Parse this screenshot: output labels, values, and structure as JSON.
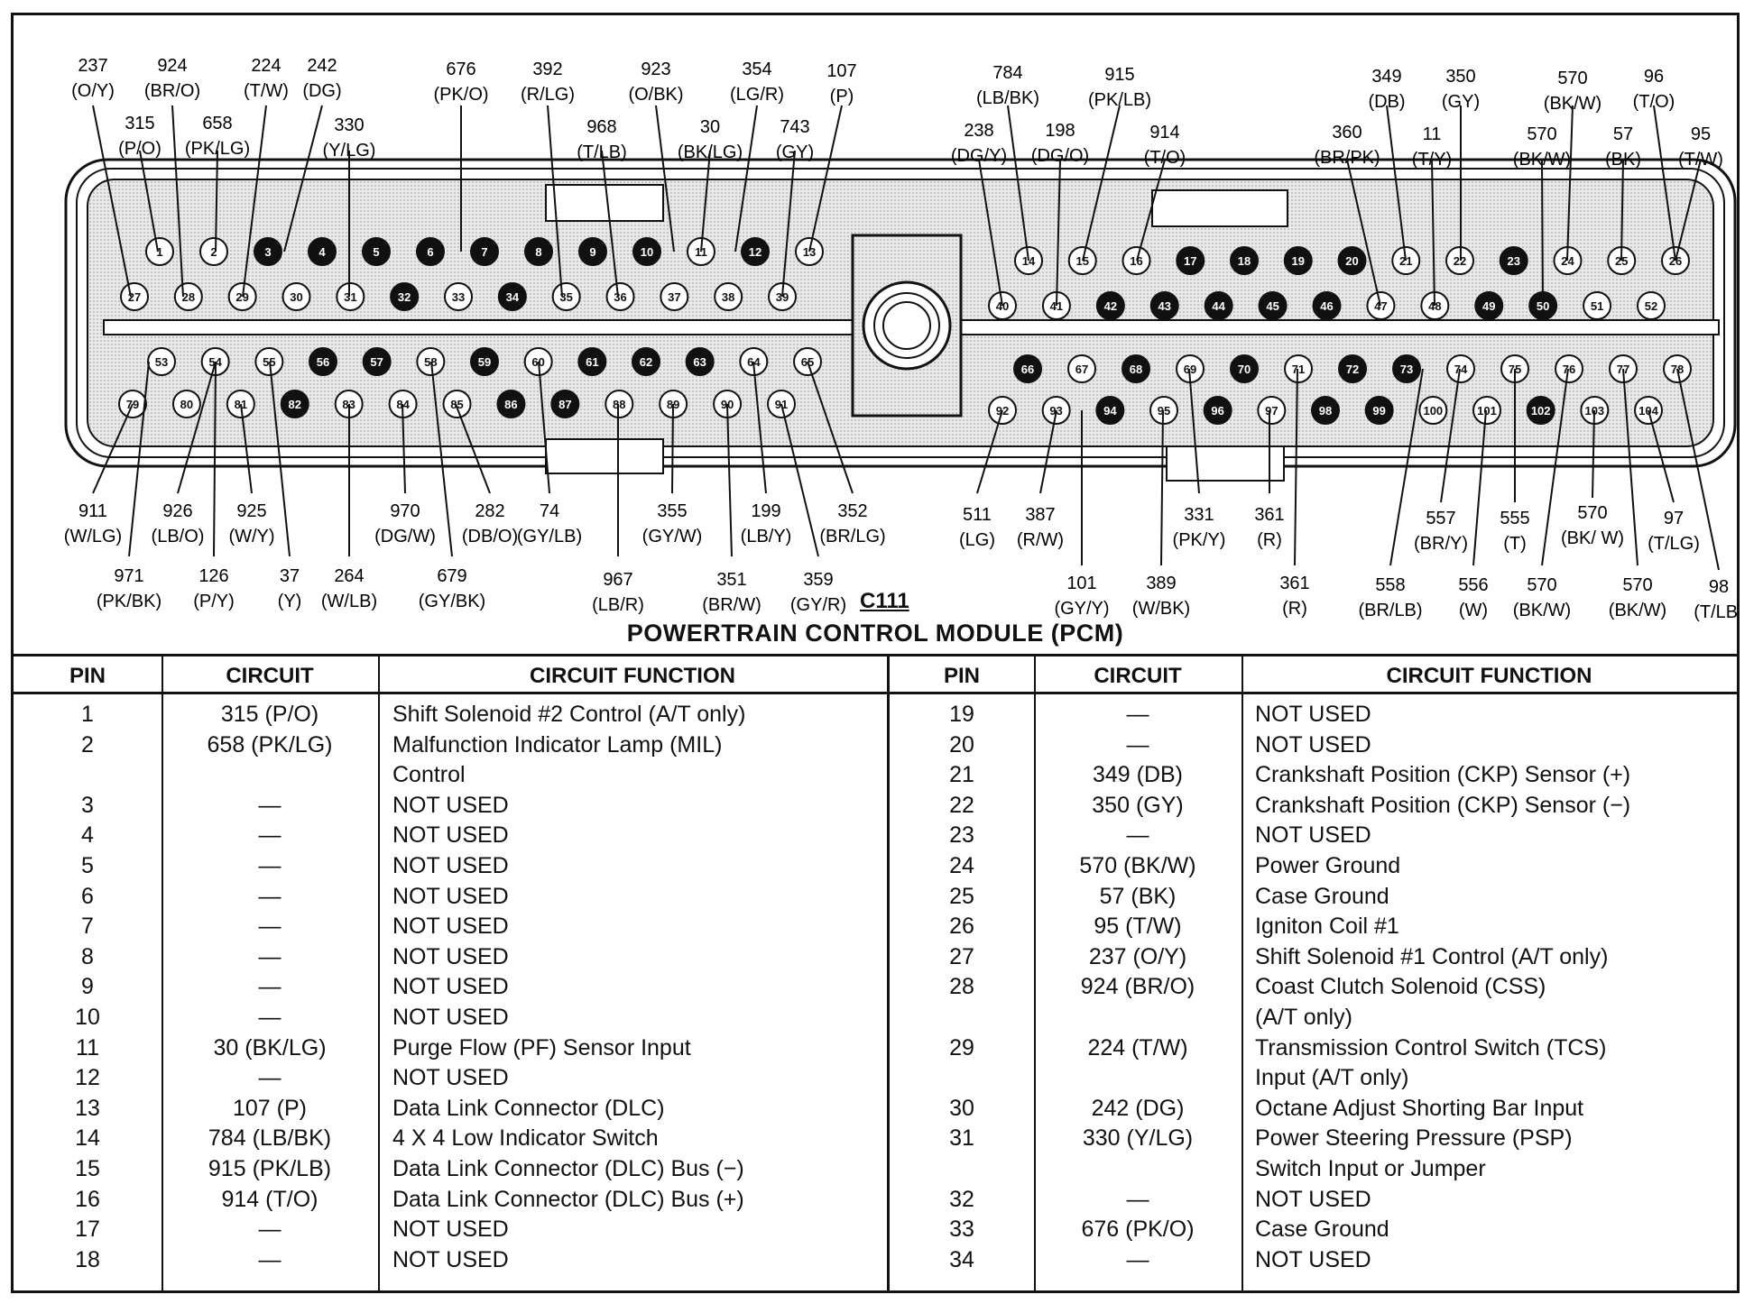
{
  "connector": {
    "id": "C111",
    "title": "POWERTRAIN CONTROL MODULE (PCM)"
  },
  "callouts_top": [
    {
      "num": "237",
      "color": "(O/Y)"
    },
    {
      "num": "924",
      "color": "(BR/O)"
    },
    {
      "num": "224",
      "color": "(T/W)"
    },
    {
      "num": "242",
      "color": "(DG)"
    },
    {
      "num": "315",
      "color": "(P/O)"
    },
    {
      "num": "658",
      "color": "(PK/LG)"
    },
    {
      "num": "330",
      "color": "(Y/LG)"
    },
    {
      "num": "676",
      "color": "(PK/O)"
    },
    {
      "num": "392",
      "color": "(R/LG)"
    },
    {
      "num": "923",
      "color": "(O/BK)"
    },
    {
      "num": "354",
      "color": "(LG/R)"
    },
    {
      "num": "107",
      "color": "(P)"
    },
    {
      "num": "968",
      "color": "(T/LB)"
    },
    {
      "num": "30",
      "color": "(BK/LG)"
    },
    {
      "num": "743",
      "color": "(GY)"
    },
    {
      "num": "784",
      "color": "(LB/BK)"
    },
    {
      "num": "915",
      "color": "(PK/LB)"
    },
    {
      "num": "238",
      "color": "(DG/Y)"
    },
    {
      "num": "198",
      "color": "(DG/O)"
    },
    {
      "num": "914",
      "color": "(T/O)"
    },
    {
      "num": "349",
      "color": "(DB)"
    },
    {
      "num": "350",
      "color": "(GY)"
    },
    {
      "num": "570",
      "color": "(BK/W)"
    },
    {
      "num": "96",
      "color": "(T/O)"
    },
    {
      "num": "360",
      "color": "(BR/PK)"
    },
    {
      "num": "11",
      "color": "(T/Y)"
    },
    {
      "num": "570",
      "color": "(BK/W)"
    },
    {
      "num": "57",
      "color": "(BK)"
    },
    {
      "num": "95",
      "color": "(T/W)"
    }
  ],
  "callouts_bottom": [
    {
      "num": "911",
      "color": "(W/LG)"
    },
    {
      "num": "926",
      "color": "(LB/O)"
    },
    {
      "num": "925",
      "color": "(W/Y)"
    },
    {
      "num": "970",
      "color": "(DG/W)"
    },
    {
      "num": "282",
      "color": "(DB/O)"
    },
    {
      "num": "74",
      "color": "(GY/LB)"
    },
    {
      "num": "355",
      "color": "(GY/W)"
    },
    {
      "num": "199",
      "color": "(LB/Y)"
    },
    {
      "num": "352",
      "color": "(BR/LG)"
    },
    {
      "num": "971",
      "color": "(PK/BK)"
    },
    {
      "num": "126",
      "color": "(P/Y)"
    },
    {
      "num": "37",
      "color": "(Y)"
    },
    {
      "num": "264",
      "color": "(W/LB)"
    },
    {
      "num": "679",
      "color": "(GY/BK)"
    },
    {
      "num": "967",
      "color": "(LB/R)"
    },
    {
      "num": "351",
      "color": "(BR/W)"
    },
    {
      "num": "359",
      "color": "(GY/R)"
    },
    {
      "num": "511",
      "color": "(LG)"
    },
    {
      "num": "387",
      "color": "(R/W)"
    },
    {
      "num": "331",
      "color": "(PK/Y)"
    },
    {
      "num": "361",
      "color": "(R)"
    },
    {
      "num": "101",
      "color": "(GY/Y)"
    },
    {
      "num": "389",
      "color": "(W/BK)"
    },
    {
      "num": "361",
      "color": "(R)"
    },
    {
      "num": "557",
      "color": "(BR/Y)"
    },
    {
      "num": "555",
      "color": "(T)"
    },
    {
      "num": "570",
      "color": "(BK/ W)"
    },
    {
      "num": "97",
      "color": "(T/LG)"
    },
    {
      "num": "558",
      "color": "(BR/LB)"
    },
    {
      "num": "556",
      "color": "(W)"
    },
    {
      "num": "570",
      "color": "(BK/W)"
    },
    {
      "num": "570",
      "color": "(BK/W)"
    },
    {
      "num": "98",
      "color": "(T/LB)"
    }
  ],
  "unused_pins": [
    3,
    4,
    5,
    6,
    7,
    8,
    9,
    10,
    12,
    17,
    18,
    19,
    20,
    23,
    32,
    34,
    42,
    43,
    44,
    45,
    46,
    49,
    50,
    56,
    57,
    59,
    61,
    62,
    63,
    66,
    68,
    70,
    72,
    73,
    82,
    86,
    87,
    94,
    96,
    98,
    99,
    102
  ],
  "table": {
    "headers": {
      "pin": "PIN",
      "circuit": "CIRCUIT",
      "function": "CIRCUIT FUNCTION"
    },
    "left_rows": [
      {
        "pin": "1",
        "circuit": "315 (P/O)",
        "function": "Shift Solenoid #2 Control (A/T only)"
      },
      {
        "pin": "2",
        "circuit": "658 (PK/LG)",
        "function": "Malfunction Indicator Lamp (MIL)"
      },
      {
        "pin": "",
        "circuit": "",
        "function": "Control"
      },
      {
        "pin": "3",
        "circuit": "—",
        "function": "NOT USED"
      },
      {
        "pin": "4",
        "circuit": "—",
        "function": "NOT USED"
      },
      {
        "pin": "5",
        "circuit": "—",
        "function": "NOT USED"
      },
      {
        "pin": "6",
        "circuit": "—",
        "function": "NOT USED"
      },
      {
        "pin": "7",
        "circuit": "—",
        "function": "NOT USED"
      },
      {
        "pin": "8",
        "circuit": "—",
        "function": "NOT USED"
      },
      {
        "pin": "9",
        "circuit": "—",
        "function": "NOT USED"
      },
      {
        "pin": "10",
        "circuit": "—",
        "function": "NOT USED"
      },
      {
        "pin": "11",
        "circuit": "30 (BK/LG)",
        "function": "Purge Flow (PF) Sensor Input"
      },
      {
        "pin": "12",
        "circuit": "—",
        "function": "NOT USED"
      },
      {
        "pin": "13",
        "circuit": "107 (P)",
        "function": "Data Link Connector (DLC)"
      },
      {
        "pin": "14",
        "circuit": "784 (LB/BK)",
        "function": "4 X 4 Low Indicator Switch"
      },
      {
        "pin": "15",
        "circuit": "915 (PK/LB)",
        "function": "Data Link Connector (DLC) Bus (−)"
      },
      {
        "pin": "16",
        "circuit": "914 (T/O)",
        "function": "Data Link Connector (DLC) Bus (+)"
      },
      {
        "pin": "17",
        "circuit": "—",
        "function": "NOT USED"
      },
      {
        "pin": "18",
        "circuit": "—",
        "function": "NOT USED"
      }
    ],
    "right_rows": [
      {
        "pin": "19",
        "circuit": "—",
        "function": "NOT USED"
      },
      {
        "pin": "20",
        "circuit": "—",
        "function": "NOT USED"
      },
      {
        "pin": "21",
        "circuit": "349 (DB)",
        "function": "Crankshaft Position (CKP) Sensor (+)"
      },
      {
        "pin": "22",
        "circuit": "350 (GY)",
        "function": "Crankshaft Position (CKP) Sensor (−)"
      },
      {
        "pin": "23",
        "circuit": "—",
        "function": "NOT USED"
      },
      {
        "pin": "24",
        "circuit": "570 (BK/W)",
        "function": "Power Ground"
      },
      {
        "pin": "25",
        "circuit": "57 (BK)",
        "function": "Case Ground"
      },
      {
        "pin": "26",
        "circuit": "95 (T/W)",
        "function": "Igniton Coil #1"
      },
      {
        "pin": "27",
        "circuit": "237 (O/Y)",
        "function": "Shift Solenoid #1 Control (A/T only)"
      },
      {
        "pin": "28",
        "circuit": "924 (BR/O)",
        "function": "Coast Clutch Solenoid (CSS)"
      },
      {
        "pin": "",
        "circuit": "",
        "function": "(A/T only)"
      },
      {
        "pin": "29",
        "circuit": "224 (T/W)",
        "function": "Transmission Control Switch (TCS)"
      },
      {
        "pin": "",
        "circuit": "",
        "function": "Input (A/T only)"
      },
      {
        "pin": "30",
        "circuit": "242 (DG)",
        "function": "Octane Adjust Shorting Bar Input"
      },
      {
        "pin": "31",
        "circuit": "330 (Y/LG)",
        "function": "Power Steering Pressure (PSP)"
      },
      {
        "pin": "",
        "circuit": "",
        "function": "Switch Input or Jumper"
      },
      {
        "pin": "32",
        "circuit": "—",
        "function": "NOT USED"
      },
      {
        "pin": "33",
        "circuit": "676 (PK/O)",
        "function": "Case Ground"
      },
      {
        "pin": "34",
        "circuit": "—",
        "function": "NOT USED"
      }
    ]
  }
}
